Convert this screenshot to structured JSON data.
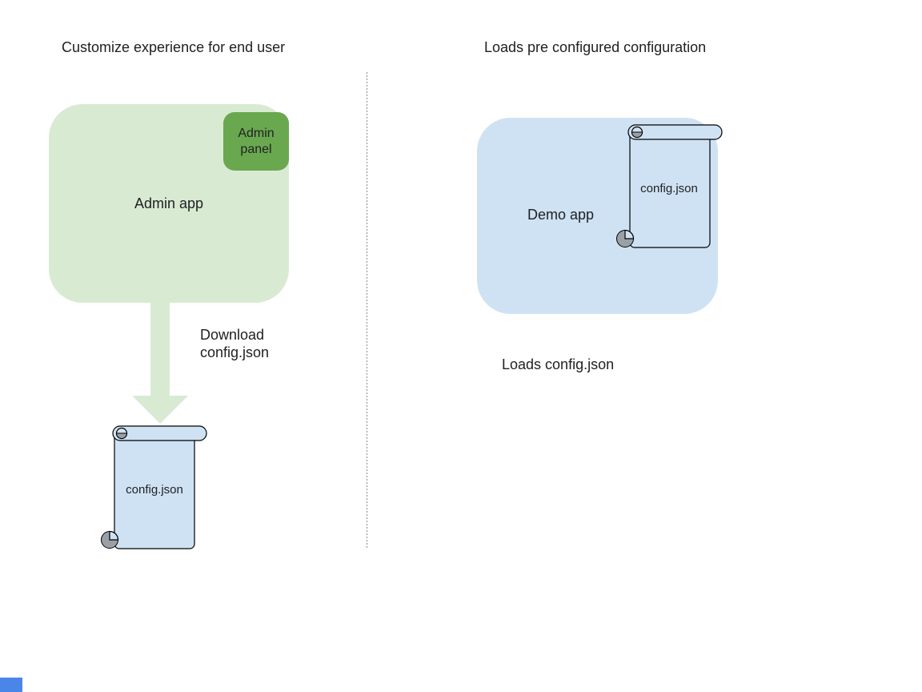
{
  "diagram": {
    "left": {
      "title": "Customize experience for end user",
      "admin_app_label": "Admin app",
      "admin_panel_label": "Admin panel",
      "download_label": "Download config.json",
      "config_file_label": "config.json"
    },
    "right": {
      "title": "Loads pre configured configuration",
      "demo_app_label": "Demo app",
      "config_file_label": "config.json",
      "caption": "Loads config.json"
    },
    "colors": {
      "admin_app_fill": "#d9ead3",
      "admin_panel_fill": "#6aa84f",
      "arrow_fill": "#d9ead3",
      "demo_app_fill": "#cfe2f3",
      "scroll_fill": "#cfe2f3",
      "scroll_curl_gray": "#9aa0a6",
      "outline": "#000000",
      "divider_gray": "#8b8b8b",
      "corner_blue": "#4a86e8",
      "text": "#202124"
    },
    "shapes": {
      "arrow": "block-arrow-down",
      "config_file": "vertical-scroll"
    }
  }
}
